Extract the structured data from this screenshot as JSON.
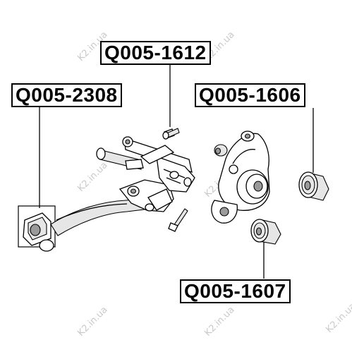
{
  "labels": {
    "q005_1612": "Q005-1612",
    "q005_2308": "Q005-2308",
    "q005_1606": "Q005-1606",
    "q005_1607": "Q005-1607"
  },
  "watermark": "K2.in.ua",
  "colors": {
    "line": "#000000",
    "watermark": "#c9c9c9",
    "background": "#ffffff"
  }
}
